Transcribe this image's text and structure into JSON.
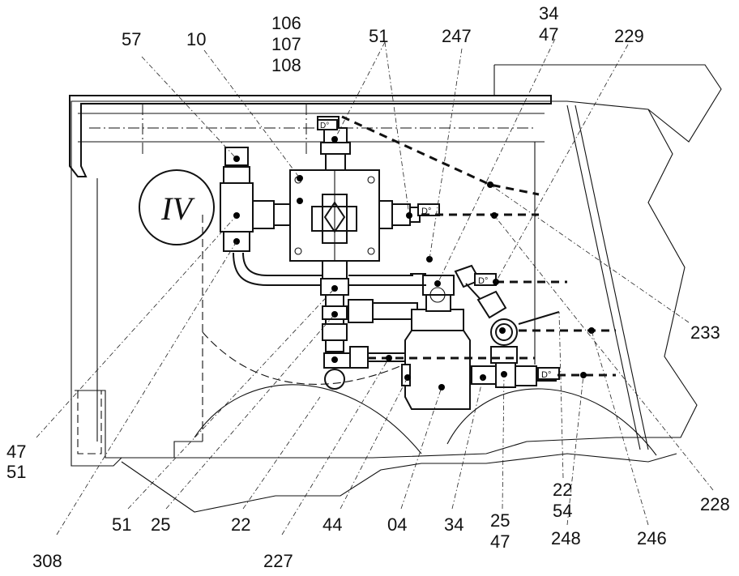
{
  "callouts": {
    "c57": "57",
    "c10": "10",
    "c106": "106",
    "c107": "107",
    "c108": "108",
    "c51_top": "51",
    "c247": "247",
    "c34_top": "34",
    "c47_top": "47",
    "c229": "229",
    "c233": "233",
    "c47_left": "47",
    "c51_left": "51",
    "c51_bottom": "51",
    "c25_bottom": "25",
    "c22_bottom": "22",
    "c44": "44",
    "c04": "04",
    "c34_bottom": "34",
    "c25_right": "25",
    "c47_right": "47",
    "c22_right": "22",
    "c54": "54",
    "c248": "248",
    "c246": "246",
    "c228": "228",
    "c308": "308",
    "c227": "227"
  },
  "view_marker": "IV",
  "fitting_tags": {
    "t1": "D°",
    "t2": "D°",
    "t3": "D°",
    "t4": "D°"
  }
}
